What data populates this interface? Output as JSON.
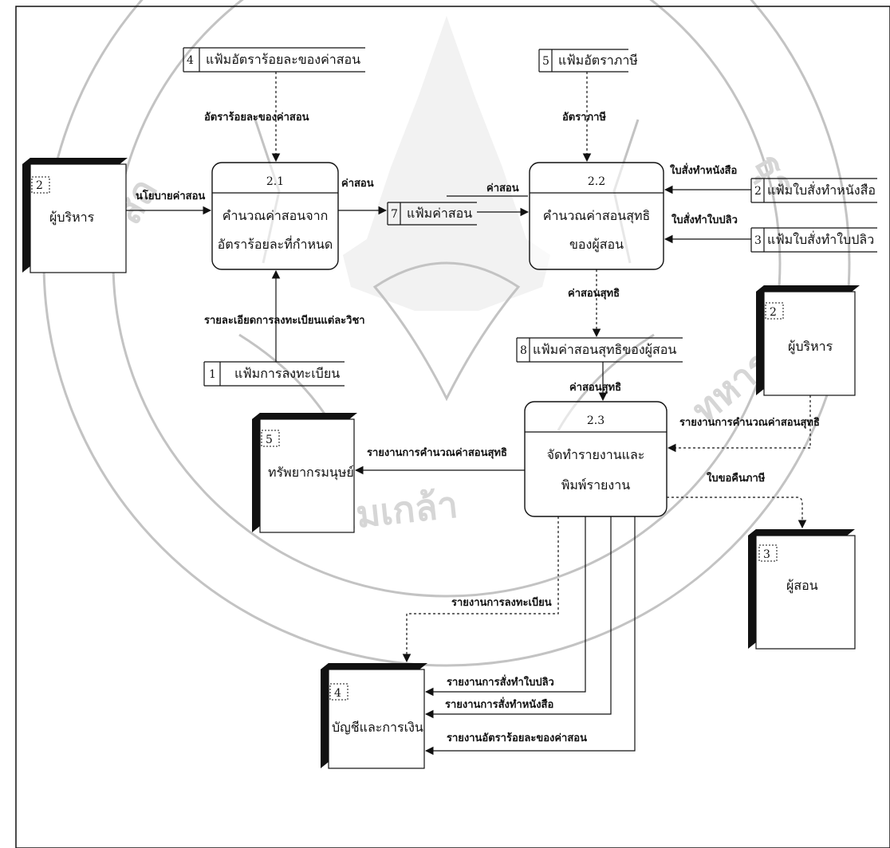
{
  "processes": [
    {
      "id": "2.1",
      "line1": "คำนวณค่าสอนจาก",
      "line2": "อัตราร้อยละที่กำหนด"
    },
    {
      "id": "2.2",
      "line1": "คำนวณค่าสอนสุทธิ",
      "line2": "ของผู้สอน"
    },
    {
      "id": "2.3",
      "line1": "จัดทำรายงานและ",
      "line2": "พิมพ์รายงาน"
    }
  ],
  "externals": [
    {
      "num": "2",
      "name": "ผู้บริหาร"
    },
    {
      "num": "2",
      "name": "ผู้บริหาร"
    },
    {
      "num": "5",
      "name": "ทรัพยากรมนุษย์"
    },
    {
      "num": "3",
      "name": "ผู้สอน"
    },
    {
      "num": "4",
      "name": "บัญชีและการเงิน"
    }
  ],
  "stores": [
    {
      "num": "4",
      "name": "แฟ้มอัตราร้อยละของค่าสอน"
    },
    {
      "num": "5",
      "name": "แฟ้มอัตราภาษี"
    },
    {
      "num": "7",
      "name": "แฟ้มค่าสอน"
    },
    {
      "num": "2",
      "name": "แฟ้มใบสั่งทำหนังสือ"
    },
    {
      "num": "3",
      "name": "แฟ้มใบสั่งทำใบปลิว"
    },
    {
      "num": "8",
      "name": "แฟ้มค่าสอนสุทธิของผู้สอน"
    },
    {
      "num": "1",
      "name": "แฟ้มการลงทะเบียน"
    }
  ],
  "flows": {
    "rate_percent": "อัตราร้อยละของค่าสอน",
    "tax_rate": "อัตราภาษี",
    "policy": "นโยบายค่าสอน",
    "fee_out": "ค่าสอน",
    "fee_in": "ค่าสอน",
    "book_order": "ใบสั่งทำหนังสือ",
    "flyer_order": "ใบสั่งทำใบปลิว",
    "reg_detail": "รายละเอียดการลงทะเบียนแต่ละวิชา",
    "net_fee_1": "ค่าสอนสุทธิ",
    "net_fee_2": "ค่าสอนสุทธิ",
    "net_report_exec": "รายงานการคำนวณค่าสอนสุทธิ",
    "net_report_hr": "รายงานการคำนวณค่าสอนสุทธิ",
    "tax_refund": "ใบขอคืนภาษี",
    "reg_report": "รายงานการลงทะเบียน",
    "flyer_report": "รายงานการสั่งทำใบปลิว",
    "book_report": "รายงานการสั่งทำหนังสือ",
    "rate_report": "รายงานอัตราร้อยละของค่าสอน"
  }
}
